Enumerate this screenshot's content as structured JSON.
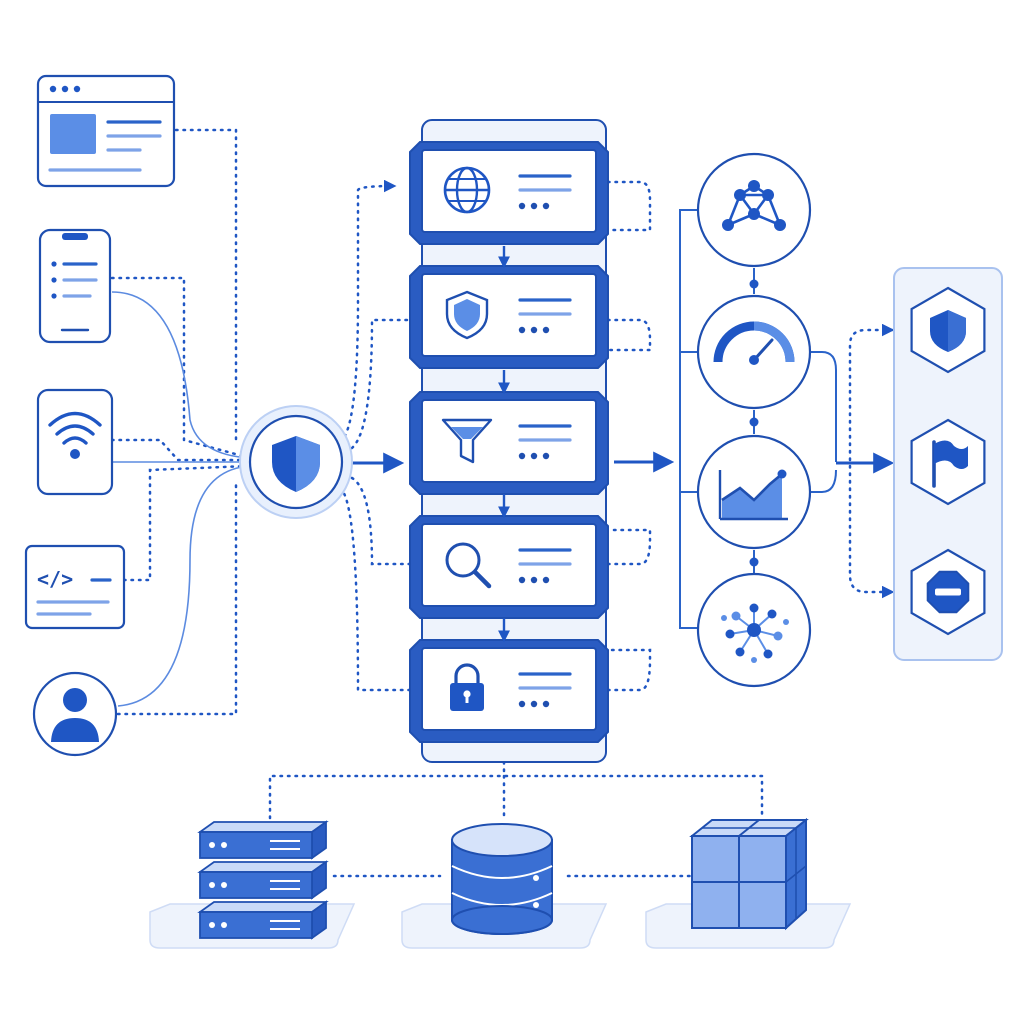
{
  "diagram": {
    "colors": {
      "primary": "#1f56c4",
      "stroke": "#1f4fb0",
      "accent": "#5b8ee6",
      "panel": "#eef3fc"
    },
    "sources": [
      {
        "name": "web-browser",
        "icon": "browser-window-icon"
      },
      {
        "name": "mobile-app",
        "icon": "smartphone-icon"
      },
      {
        "name": "iot-device",
        "icon": "wifi-icon"
      },
      {
        "name": "api-client",
        "icon": "code-icon",
        "glyph": "</>"
      },
      {
        "name": "user",
        "icon": "user-avatar-icon"
      }
    ],
    "gateway": {
      "icon": "shield-icon"
    },
    "pipeline_stages": [
      {
        "icon": "globe-icon"
      },
      {
        "icon": "shield-icon"
      },
      {
        "icon": "funnel-icon"
      },
      {
        "icon": "search-icon"
      },
      {
        "icon": "lock-icon"
      }
    ],
    "analysis_nodes": [
      {
        "icon": "network-graph-icon"
      },
      {
        "icon": "gauge-icon"
      },
      {
        "icon": "area-chart-icon"
      },
      {
        "icon": "cluster-icon"
      }
    ],
    "outcomes": [
      {
        "icon": "shield-icon"
      },
      {
        "icon": "flag-icon"
      },
      {
        "icon": "block-icon"
      }
    ],
    "storage": [
      {
        "icon": "server-rack-icon"
      },
      {
        "icon": "database-icon"
      },
      {
        "icon": "cube-grid-icon"
      }
    ]
  }
}
